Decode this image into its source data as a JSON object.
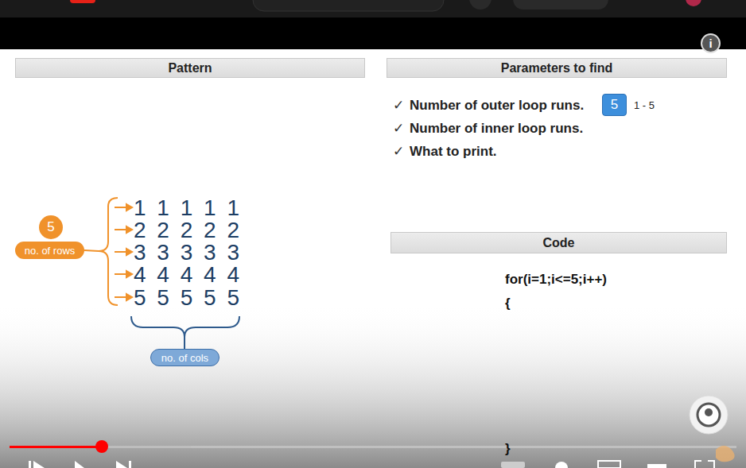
{
  "diagram": {
    "nodes": [
      {
        "text": [
          "Pattern"
        ]
      },
      {
        "text": [
          "Parameters to find"
        ]
      },
      {
        "text": [
          "5"
        ]
      },
      {
        "text": [
          "Code"
        ]
      },
      {
        "text": [
          "5"
        ]
      },
      {
        "text": [
          "no. of rows"
        ]
      },
      {
        "text": [
          "no. of cols"
        ]
      },
      {
        "text": [
          "i"
        ]
      }
    ],
    "labels": [
      "✓",
      "Number of outer loop runs.",
      "1 - 5",
      "✓",
      "Number of inner loop runs.",
      "✓",
      "What to print.",
      "1 1 1 1 1",
      "2 2 2 2 2",
      "3 3 3 3 3",
      "4 4 4 4 4",
      "5 5 5 5 5",
      "for(i=1;i<=5;i++)",
      "{",
      "}"
    ]
  }
}
